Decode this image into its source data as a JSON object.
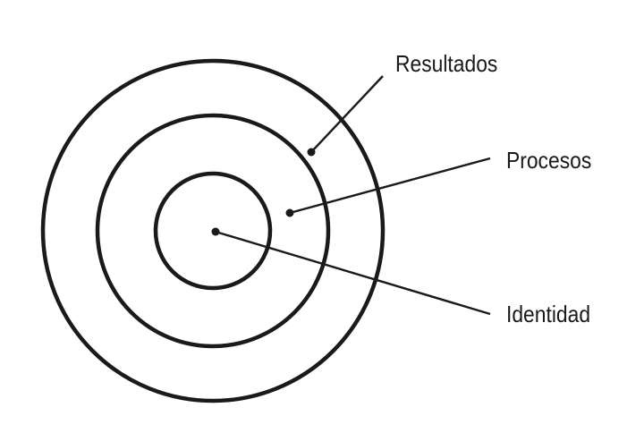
{
  "diagram": {
    "rings": [
      {
        "id": "outer",
        "label": "Resultados"
      },
      {
        "id": "middle",
        "label": "Procesos"
      },
      {
        "id": "inner",
        "label": "Identidad"
      }
    ],
    "colors": {
      "stroke": "#1a1a1a",
      "background": "#ffffff"
    }
  }
}
